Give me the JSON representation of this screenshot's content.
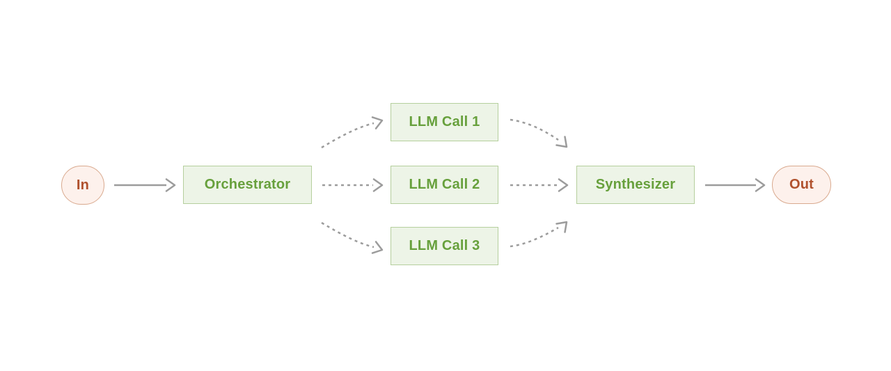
{
  "diagram": {
    "name": "orchestrator-workers-workflow",
    "nodes": {
      "input": {
        "label": "In",
        "kind": "terminal"
      },
      "orchestrator": {
        "label": "Orchestrator",
        "kind": "process"
      },
      "llm_call_1": {
        "label": "LLM Call 1",
        "kind": "process"
      },
      "llm_call_2": {
        "label": "LLM Call 2",
        "kind": "process"
      },
      "llm_call_3": {
        "label": "LLM Call 3",
        "kind": "process"
      },
      "synthesizer": {
        "label": "Synthesizer",
        "kind": "process"
      },
      "output": {
        "label": "Out",
        "kind": "terminal"
      }
    },
    "edges": [
      {
        "from": "In",
        "to": "Orchestrator",
        "style": "solid"
      },
      {
        "from": "Orchestrator",
        "to": "LLM Call 1",
        "style": "dashed"
      },
      {
        "from": "Orchestrator",
        "to": "LLM Call 2",
        "style": "dashed"
      },
      {
        "from": "Orchestrator",
        "to": "LLM Call 3",
        "style": "dashed"
      },
      {
        "from": "LLM Call 1",
        "to": "Synthesizer",
        "style": "dashed"
      },
      {
        "from": "LLM Call 2",
        "to": "Synthesizer",
        "style": "dashed"
      },
      {
        "from": "LLM Call 3",
        "to": "Synthesizer",
        "style": "dashed"
      },
      {
        "from": "Synthesizer",
        "to": "Out",
        "style": "solid"
      }
    ],
    "colors": {
      "terminal_bg": "#fdf1ec",
      "terminal_border": "#d9a98e",
      "terminal_text": "#b0512d",
      "process_bg": "#edf4e7",
      "process_border": "#b5cf9d",
      "process_text": "#67a03c",
      "arrow": "#9c9c9c",
      "background": "#ffffff"
    }
  }
}
